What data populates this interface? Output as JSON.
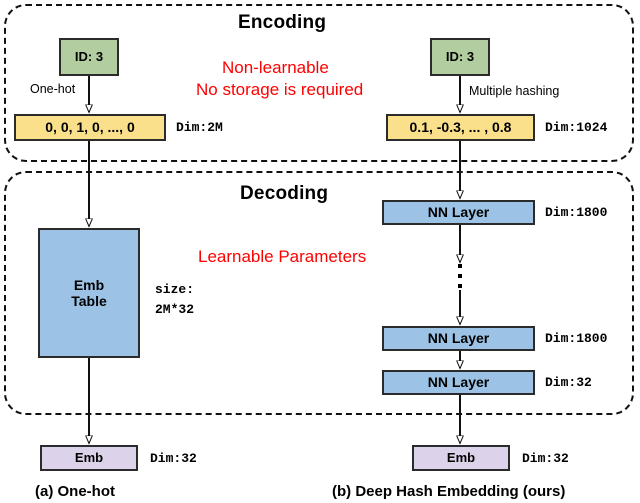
{
  "figure": {
    "panels": [
      {
        "id": "encoding",
        "title": "Encoding"
      },
      {
        "id": "decoding",
        "title": "Decoding"
      }
    ],
    "notes": {
      "encoding_line1": "Non-learnable",
      "encoding_line2": "No storage is required",
      "decoding_line1": "Learnable Parameters"
    },
    "left_branch": {
      "id_box": "ID: 3",
      "edge_label": "One-hot",
      "vector_box": "0, 0, 1, 0, ..., 0",
      "vector_dim": "Dim:2M",
      "table_box": "Emb\nTable",
      "table_box_line1": "Emb",
      "table_box_line2": "Table",
      "table_size_line1": "size:",
      "table_size_line2": "2M*32",
      "output_box": "Emb",
      "output_dim": "Dim:32",
      "caption": "(a) One-hot"
    },
    "right_branch": {
      "id_box": "ID: 3",
      "edge_label": "Multiple hashing",
      "vector_box": "0.1, -0.3, ... , 0.8",
      "vector_dim": "Dim:1024",
      "layers": [
        {
          "label": "NN Layer",
          "dim": "Dim:1800"
        },
        {
          "label": "NN Layer",
          "dim": "Dim:1800"
        },
        {
          "label": "NN Layer",
          "dim": "Dim:32"
        }
      ],
      "output_box": "Emb",
      "output_dim": "Dim:32",
      "caption": "(b) Deep Hash Embedding (ours)"
    },
    "colors": {
      "id_box": "#b2cda0",
      "vector_box": "#fbe08c",
      "layer_box": "#9cc3e5",
      "output_box": "#dcd3ea",
      "note_text": "#ff0000",
      "stroke": "#2b2b2b"
    }
  }
}
